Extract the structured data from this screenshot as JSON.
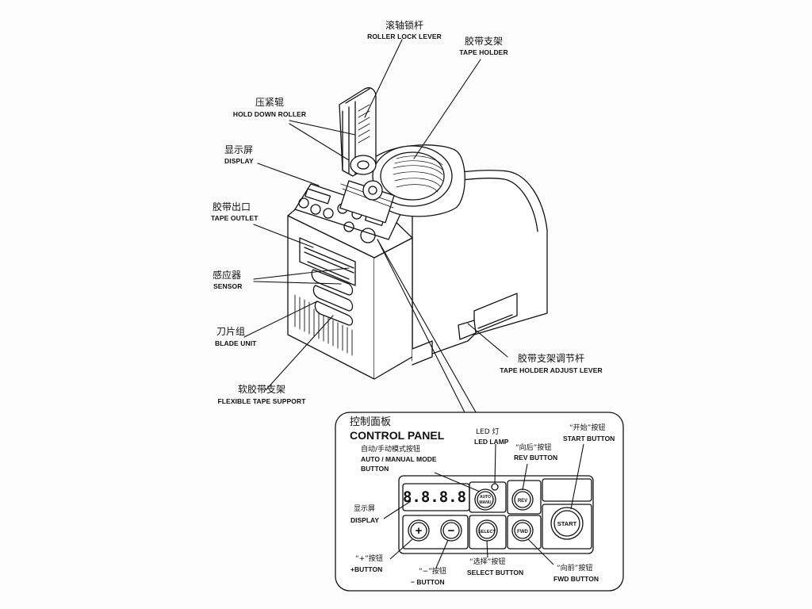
{
  "labels": {
    "roller_lock_lever": {
      "cn": "滚轴锁杆",
      "en": "ROLLER LOCK LEVER"
    },
    "tape_holder": {
      "cn": "胶带支架",
      "en": "TAPE HOLDER"
    },
    "hold_down_roller": {
      "cn": "压紧辊",
      "en": "HOLD DOWN ROLLER"
    },
    "display": {
      "cn": "显示屏",
      "en": "DISPLAY"
    },
    "tape_outlet": {
      "cn": "胶带出口",
      "en": "TAPE OUTLET"
    },
    "sensor": {
      "cn": "感应器",
      "en": "SENSOR"
    },
    "blade_unit": {
      "cn": "刀片组",
      "en": "BLADE UNIT"
    },
    "flexible_tape_support": {
      "cn": "软胶带支架",
      "en": "FLEXIBLE TAPE SUPPORT"
    },
    "tape_holder_adjust_lever": {
      "cn": "胶带支架调节杆",
      "en": "TAPE HOLDER ADJUST LEVER"
    }
  },
  "control_panel": {
    "title_cn": "控制面板",
    "title_en": "CONTROL PANEL",
    "led_lamp": {
      "cn": "LED 灯",
      "en": "LED LAMP"
    },
    "auto_manual": {
      "cn": "自动/手动模式按钮",
      "en1": "AUTO / MANUAL MODE",
      "en2": "BUTTON"
    },
    "rev": {
      "cn": "“向后”按钮",
      "en": "REV BUTTON"
    },
    "start": {
      "cn": "“开始”按钮",
      "en": "START BUTTON"
    },
    "display": {
      "cn": "显示屏",
      "en": "DISPLAY"
    },
    "plus": {
      "cn": "“+”按钮",
      "en": "+BUTTON"
    },
    "minus": {
      "cn": "“−”按钮",
      "en": "− BUTTON"
    },
    "select": {
      "cn": "“选择”按钮",
      "en": "SELECT BUTTON"
    },
    "fwd": {
      "cn": "“向前”按钮",
      "en": "FWD BUTTON"
    },
    "seg_display": "8.8.8.8",
    "btn_auto1": "AUTO",
    "btn_auto2": "MANU",
    "btn_rev": "REV",
    "btn_start": "START",
    "btn_plus": "+",
    "btn_minus": "−",
    "btn_select": "SELECT",
    "btn_fwd": "FWD"
  },
  "colors": {
    "ink": "#111111",
    "background": "#fcfcfc"
  }
}
